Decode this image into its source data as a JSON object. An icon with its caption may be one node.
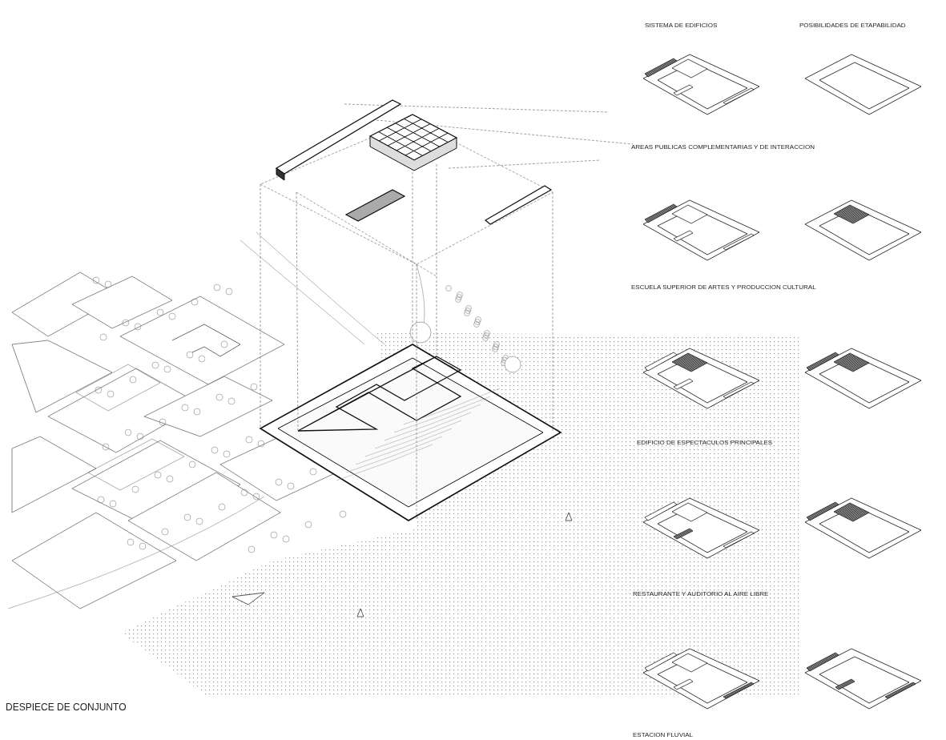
{
  "diagram": {
    "caption": "DESPIECE DE CONJUNTO",
    "labels": [
      "SISTEMA DE EDIFICIOS",
      "POSIBILIDADES DE ETAPABILIDAD",
      "AREAS PUBLICAS COMPLEMENTARIAS Y DE INTERACCION",
      "ESCUELA SUPERIOR DE ARTES Y PRODUCCION CULTURAL",
      "EDIFICIO DE ESPECTACULOS PRINCIPALES",
      "RESTAURANTE Y AUDITORIO AL AIRE LIBRE",
      "ESTACION FLUVIAL"
    ]
  }
}
